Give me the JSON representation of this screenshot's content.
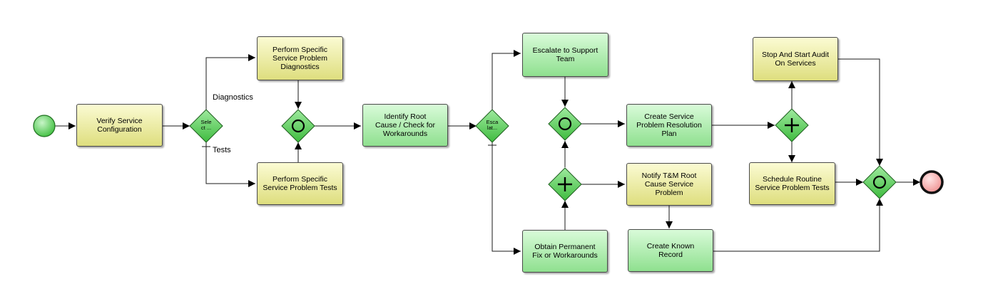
{
  "tasks": {
    "verify": "Verify Service\nConfiguration",
    "diagnostics": "Perform Specific\nService Problem\nDiagnostics",
    "tests": "Perform Specific\nService Problem Tests",
    "identify": "Identify Root\nCause / Check for\nWorkarounds",
    "escalate": "Escalate to Support\nTeam",
    "obtain": "Obtain Permanent\nFix or Workarounds",
    "create_plan": "Create Service\nProblem Resolution\nPlan",
    "notify": "Notify T&M Root\nCause Service\nProblem",
    "known": "Create Known\nRecord",
    "audit": "Stop And Start Audit\nOn Services",
    "schedule": "Schedule Routine\nService Problem Tests"
  },
  "gateways": {
    "select": "Sele\nct ...",
    "escalate": "Esca\nlat..."
  },
  "flow_labels": {
    "diagnostics": "Diagnostics",
    "tests": "Tests"
  },
  "colors": {
    "task_yellow": "#e8e89a",
    "task_green": "#a8eca8",
    "gateway_green": "#6fd46f",
    "start_event": "#5cc95c",
    "end_event": "#f0a0a0",
    "line": "#1a1a1a"
  }
}
